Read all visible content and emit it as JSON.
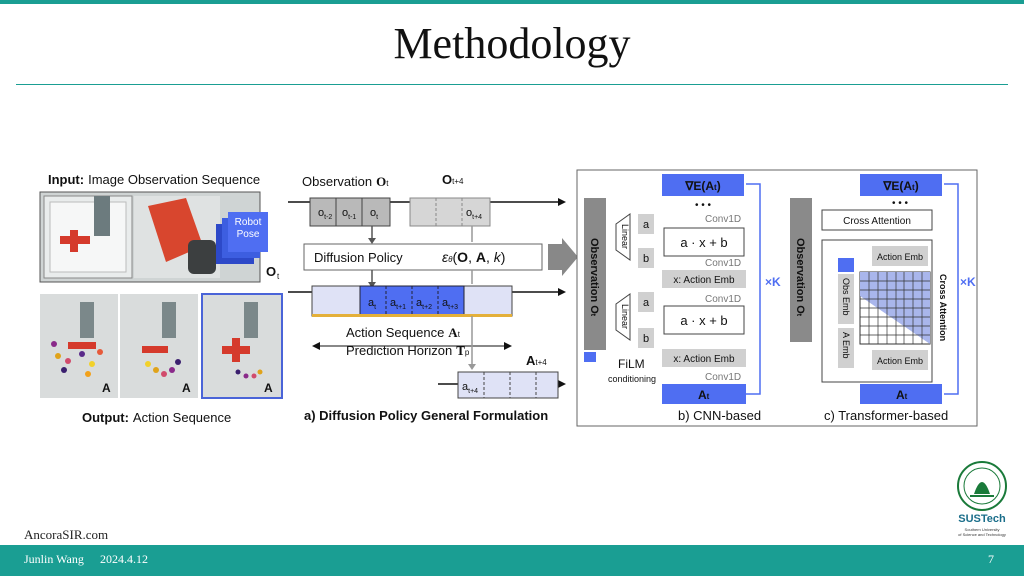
{
  "slide": {
    "title": "Methodology",
    "site": "AncoraSIR.com",
    "author": "Junlin Wang",
    "date": "2024.4.12",
    "page": "7"
  },
  "logo": {
    "name": "SUSTech",
    "sub1": "Southern University",
    "sub2": "of Science and Technology"
  },
  "figure": {
    "input_label_bold": "Input:",
    "input_label": "Image Observation Sequence",
    "robot_pose": [
      "Robot",
      "Pose"
    ],
    "output_label_bold": "Output:",
    "output_label": "Action Sequence",
    "observation": "Observation",
    "diffusion_policy": "Diffusion Policy",
    "action_sequence": "Action Sequence",
    "prediction_horizon": "Prediction Horizon",
    "caption_a": "a) Diffusion Policy General Formulation",
    "caption_b": "b) CNN-based",
    "caption_c": "c) Transformer-based",
    "observation_ot": "Observation O",
    "linear": "Linear",
    "a": "a",
    "b": "b",
    "ax_plus_b": "a · x + b",
    "conv1d": "Conv1D",
    "x_action_emb": "x: Action Emb",
    "film": "FiLM",
    "conditioning": "conditioning",
    "times_k": "×K",
    "cross_attention": "Cross Attention",
    "action_emb": "Action Emb",
    "obs_emb": "Obs Emb",
    "a_emb": "A Emb",
    "dots": "• • •",
    "grad_e": "∇E(A",
    "t_sub": "t",
    "close_paren": ")"
  }
}
